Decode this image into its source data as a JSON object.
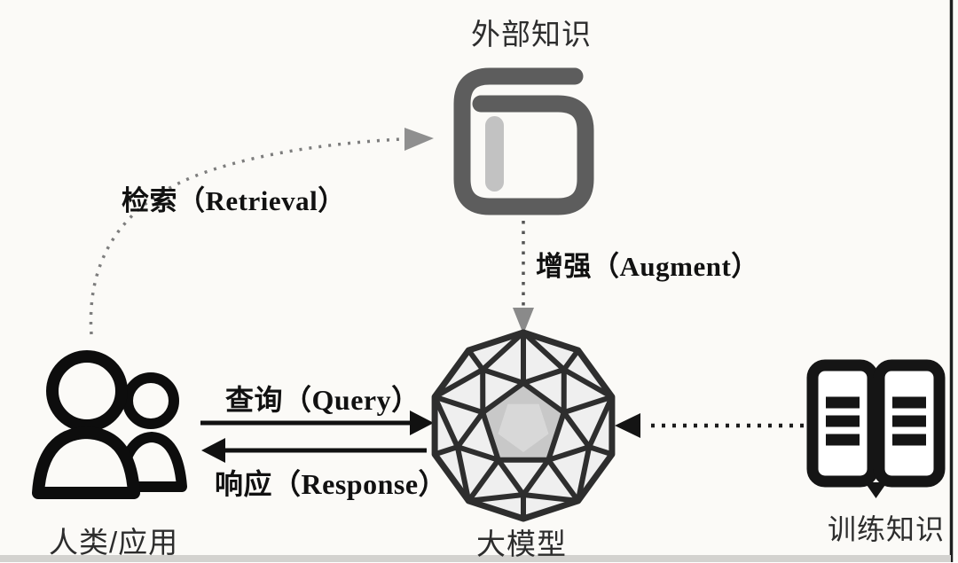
{
  "diagram": {
    "title_hint": "RAG architecture diagram",
    "nodes": {
      "external_knowledge": {
        "label": "外部知识",
        "icon": "book-cover-icon"
      },
      "human_app": {
        "label": "人类/应用",
        "icon": "users-icon"
      },
      "large_model": {
        "label": "大模型",
        "icon": "geodesic-sphere-icon"
      },
      "training_knowledge": {
        "label": "训练知识",
        "icon": "open-book-icon"
      }
    },
    "edges": {
      "retrieval": {
        "label": "检索（Retrieval）",
        "from": "human_app",
        "to": "external_knowledge",
        "style": "dotted-curve",
        "arrowhead": "gray"
      },
      "augment": {
        "label": "增强（Augment）",
        "from": "external_knowledge",
        "to": "large_model",
        "style": "dotted-vertical",
        "arrowhead": "gray"
      },
      "query": {
        "label": "查询（Query）",
        "from": "human_app",
        "to": "large_model",
        "style": "solid",
        "arrowhead": "black"
      },
      "response": {
        "label": "响应（Response）",
        "from": "large_model",
        "to": "human_app",
        "style": "solid",
        "arrowhead": "black"
      },
      "training": {
        "label": "",
        "from": "training_knowledge",
        "to": "large_model",
        "style": "dotted-horizontal",
        "arrowhead": "black"
      }
    },
    "colors": {
      "background": "#fbfaf7",
      "book_cover_stroke": "#5d5d5d",
      "book_bookmark": "#c2c2c2",
      "sphere_stroke": "#2e2e2e",
      "sphere_fill_light": "#efefef",
      "sphere_fill_mid": "#d8d8d8",
      "sphere_fill_dark": "#c8c8c8",
      "solid_black": "#111111",
      "dotted_gray": "#7d7d7d",
      "gray_arrowhead": "#8f8f8f",
      "right_edge_line": "#1f1f1f",
      "bottom_strip": "#d3d2cf"
    }
  }
}
